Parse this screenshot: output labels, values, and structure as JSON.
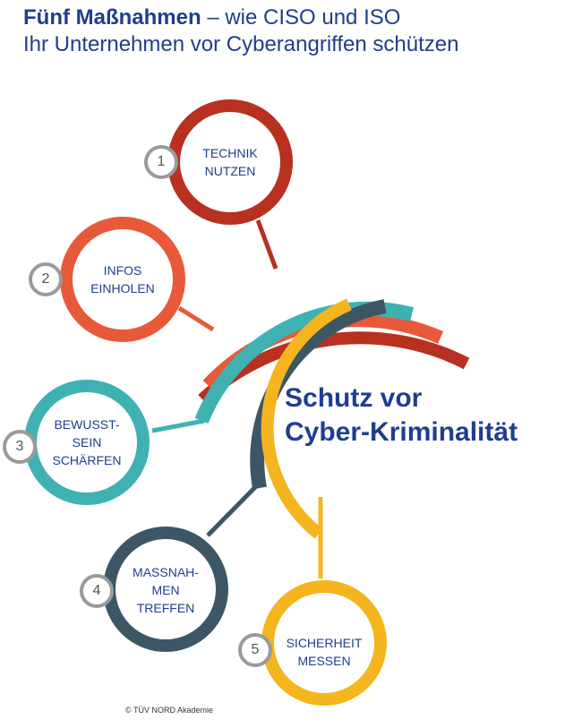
{
  "header": {
    "title_bold": "Fünf Maßnahmen",
    "title_rest": " – wie CISO und ISO",
    "subtitle": "Ihr Unternehmen vor Cyberangriffen schützen"
  },
  "center_title": "Schutz vor\nCyber-Kriminalität",
  "colors": {
    "text_blue": "#1f3e8f",
    "dark_red": "#b8301f",
    "orange": "#e8593a",
    "teal": "#3fb1b3",
    "slate": "#3d5665",
    "yellow": "#f4b51e",
    "badge_gray": "#9a9a9a"
  },
  "steps": [
    {
      "number": "1",
      "label": "TECHNIK\nNUTZEN",
      "color": "#b8301f"
    },
    {
      "number": "2",
      "label": "INFOS\nEINHOLEN",
      "color": "#e8593a"
    },
    {
      "number": "3",
      "label": "BEWUSST-\nSEIN\nSCHÄRFEN",
      "color": "#3fb1b3"
    },
    {
      "number": "4",
      "label": "MASSNAH-\nMEN\nTREFFEN",
      "color": "#3d5665"
    },
    {
      "number": "5",
      "label": "SICHERHEIT\nMESSEN",
      "color": "#f4b51e"
    }
  ],
  "copyright": "© TÜV NORD Akademie"
}
